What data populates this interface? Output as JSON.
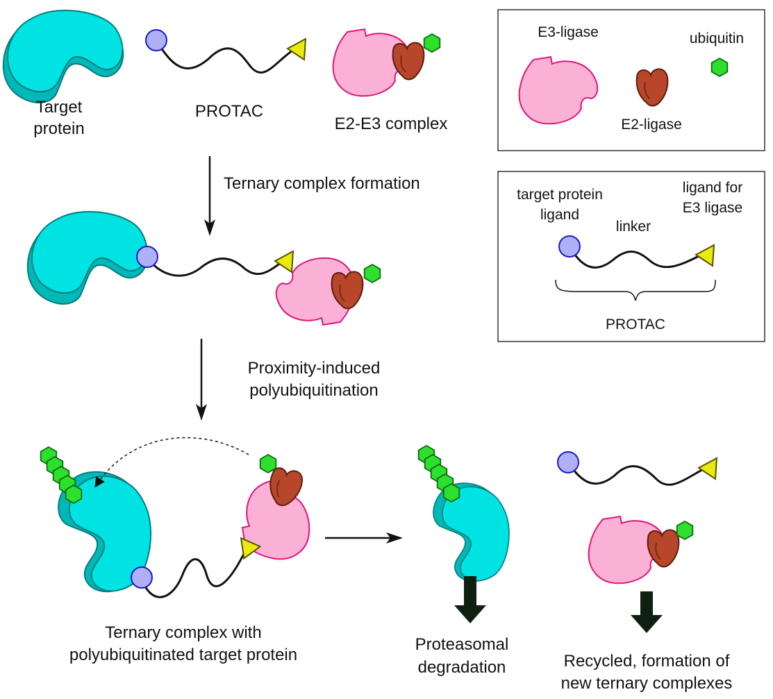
{
  "colors": {
    "target_protein": "#00E3E3",
    "target_protein_shade": "#00B8B8",
    "target_protein_stroke": "#067C7C",
    "e3_ligase": "#FBB0D6",
    "e3_ligase_stroke": "#E0147A",
    "e2_ligase": "#B7462A",
    "e2_ligase_stroke": "#5A1E0E",
    "ubiquitin": "#2EE02E",
    "ubiquitin_stroke": "#0C6A0C",
    "protac_ligand_target": "#B0B0F8",
    "protac_ligand_target_stroke": "#1A1AC8",
    "protac_ligand_e3": "#EAEA10",
    "protac_ligand_e3_stroke": "#555500",
    "degradation_arrow": "#102010"
  },
  "icons": [
    "target-protein-icon",
    "protac-icon",
    "e3-ligase-icon",
    "e2-ligase-icon",
    "ubiquitin-icon"
  ],
  "top": {
    "target_label": [
      "Target",
      "protein"
    ],
    "protac_label": "PROTAC",
    "complex_label": "E2-E3 complex"
  },
  "steps": {
    "ternary_formation": "Ternary  complex formation",
    "proximity": [
      "Proximity-induced",
      "polyubiquitination"
    ]
  },
  "bottom": {
    "ternary_label": [
      "Ternary  complex with",
      "polyubiquitinated target protein"
    ],
    "degradation_label": [
      "Proteasomal",
      "degradation"
    ],
    "recycled_label": [
      "Recycled, formation of",
      "new ternary complexes"
    ]
  },
  "legend1": {
    "e3": "E3-ligase",
    "ubiquitin": "ubiquitin",
    "e2": "E2-ligase"
  },
  "legend2": {
    "target_ligand": [
      "target protein",
      "ligand"
    ],
    "linker": "linker",
    "e3_ligand": [
      "ligand for",
      "E3 ligase"
    ],
    "protac": "PROTAC"
  }
}
